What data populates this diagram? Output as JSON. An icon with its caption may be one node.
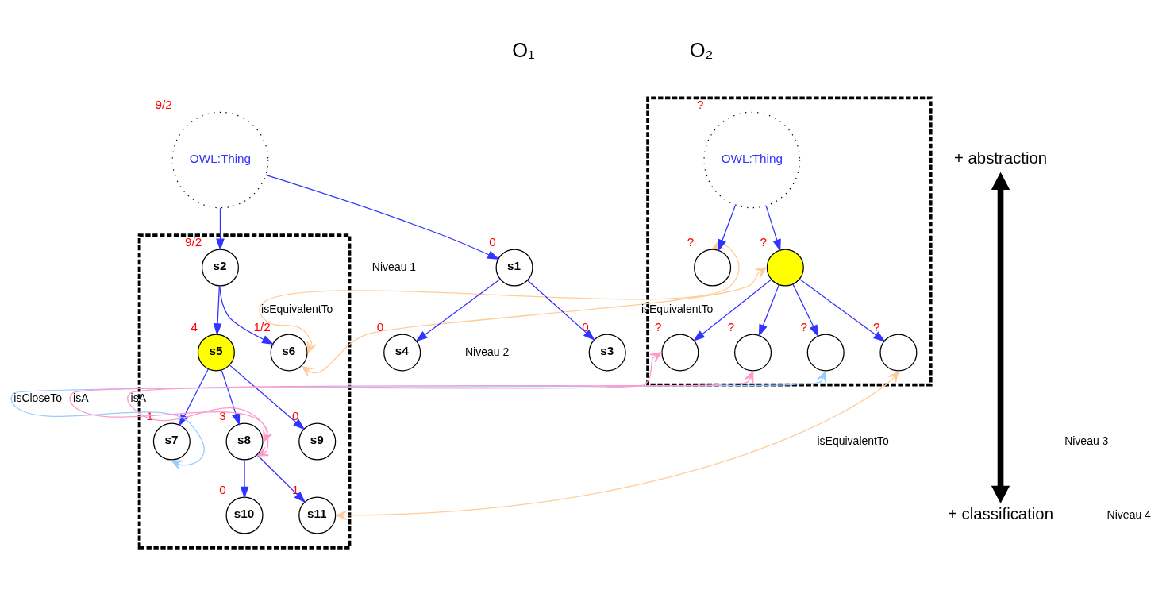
{
  "diagram": {
    "nodes": [
      {
        "text": [
          "OWL:Thing"
        ],
        "beside": [
          "9/2"
        ]
      },
      {
        "text": [],
        "shape": "box"
      },
      {
        "text": [
          "s1"
        ],
        "beside": [
          "0"
        ]
      },
      {
        "text": [
          "s2"
        ],
        "beside": [
          "9/2"
        ],
        "in": 1
      },
      {
        "text": [
          "s3"
        ],
        "beside": [
          "0"
        ]
      },
      {
        "text": [
          "s4"
        ],
        "beside": [
          "0"
        ]
      },
      {
        "text": [
          "s5"
        ],
        "beside": [
          "4"
        ],
        "in": 1
      },
      {
        "text": [
          "s6"
        ],
        "beside": [
          "1/2"
        ],
        "in": 1
      },
      {
        "text": [
          "s7"
        ],
        "beside": [
          "1"
        ],
        "in": 1
      },
      {
        "text": [
          "s8"
        ],
        "beside": [
          "3"
        ],
        "in": 1
      },
      {
        "text": [
          "s9"
        ],
        "beside": [
          "0"
        ],
        "in": 1
      },
      {
        "text": [
          "s10"
        ],
        "beside": [
          "0"
        ],
        "in": 1
      },
      {
        "text": [
          "s11"
        ],
        "beside": [
          "1"
        ],
        "in": 1
      },
      {
        "text": [],
        "shape": "box"
      },
      {
        "text": [
          "OWL:Thing"
        ],
        "beside": [
          "?"
        ],
        "in": 13
      },
      {
        "text": [],
        "shape": "circle",
        "beside": [
          "?"
        ],
        "in": 13
      },
      {
        "text": [],
        "shape": "circle",
        "beside": [
          "?"
        ],
        "in": 13
      },
      {
        "text": [],
        "shape": "circle",
        "beside": [
          "?"
        ],
        "in": 13
      },
      {
        "text": [],
        "shape": "circle",
        "beside": [
          "?"
        ],
        "in": 13
      },
      {
        "text": [],
        "shape": "circle",
        "beside": [
          "?"
        ],
        "in": 13
      },
      {
        "text": [],
        "shape": "circle",
        "beside": [
          "?"
        ],
        "in": 13
      },
      {
        "text": [
          "+ abstraction"
        ]
      },
      {
        "text": [
          "+ classification"
        ]
      }
    ],
    "edges": [
      {
        "from": 0,
        "to": 2,
        "arrow": "to"
      },
      {
        "from": 0,
        "to": 3,
        "arrow": "to"
      },
      {
        "from": 2,
        "to": 4,
        "arrow": "to"
      },
      {
        "from": 2,
        "to": 5,
        "arrow": "to"
      },
      {
        "from": 3,
        "to": 6,
        "arrow": "to"
      },
      {
        "from": 3,
        "to": 7,
        "arrow": "to"
      },
      {
        "from": 6,
        "to": 8,
        "arrow": "to"
      },
      {
        "from": 6,
        "to": 9,
        "arrow": "to"
      },
      {
        "from": 6,
        "to": 10,
        "arrow": "to"
      },
      {
        "from": 9,
        "to": 11,
        "arrow": "to"
      },
      {
        "from": 9,
        "to": 12,
        "arrow": "to"
      },
      {
        "from": 14,
        "to": 15,
        "arrow": "to"
      },
      {
        "from": 14,
        "to": 16,
        "arrow": "to"
      },
      {
        "from": 16,
        "to": 17,
        "arrow": "to"
      },
      {
        "from": 16,
        "to": 18,
        "arrow": "to"
      },
      {
        "from": 16,
        "to": 19,
        "arrow": "to"
      },
      {
        "from": 16,
        "to": 20,
        "arrow": "to"
      },
      {
        "from": 7,
        "to": 15,
        "arrow": "both",
        "label": "isEquivalentTo",
        "color": "#ffcc99"
      },
      {
        "from": 7,
        "to": 16,
        "arrow": "both",
        "label": "isEquivalentTo",
        "color": "#ffcc99"
      },
      {
        "from": 9,
        "to": 17,
        "arrow": "both",
        "label": "isA",
        "color": "#ff99cc"
      },
      {
        "from": 9,
        "to": 18,
        "arrow": "both",
        "label": "isA",
        "color": "#ff99cc"
      },
      {
        "from": 8,
        "to": 19,
        "arrow": "both",
        "label": "isCloseTo",
        "color": "#99ccff"
      },
      {
        "from": 12,
        "to": 20,
        "arrow": "both",
        "label": "isEquivalentTo",
        "color": "#ffcc99"
      },
      {
        "from": 21,
        "to": 22,
        "arrow": "both",
        "style": "thick",
        "color": "#000000"
      }
    ],
    "labels": [
      "O₁",
      "O₂",
      "Niveau 1",
      "Niveau 2",
      "Niveau 3",
      "Niveau 4"
    ]
  }
}
